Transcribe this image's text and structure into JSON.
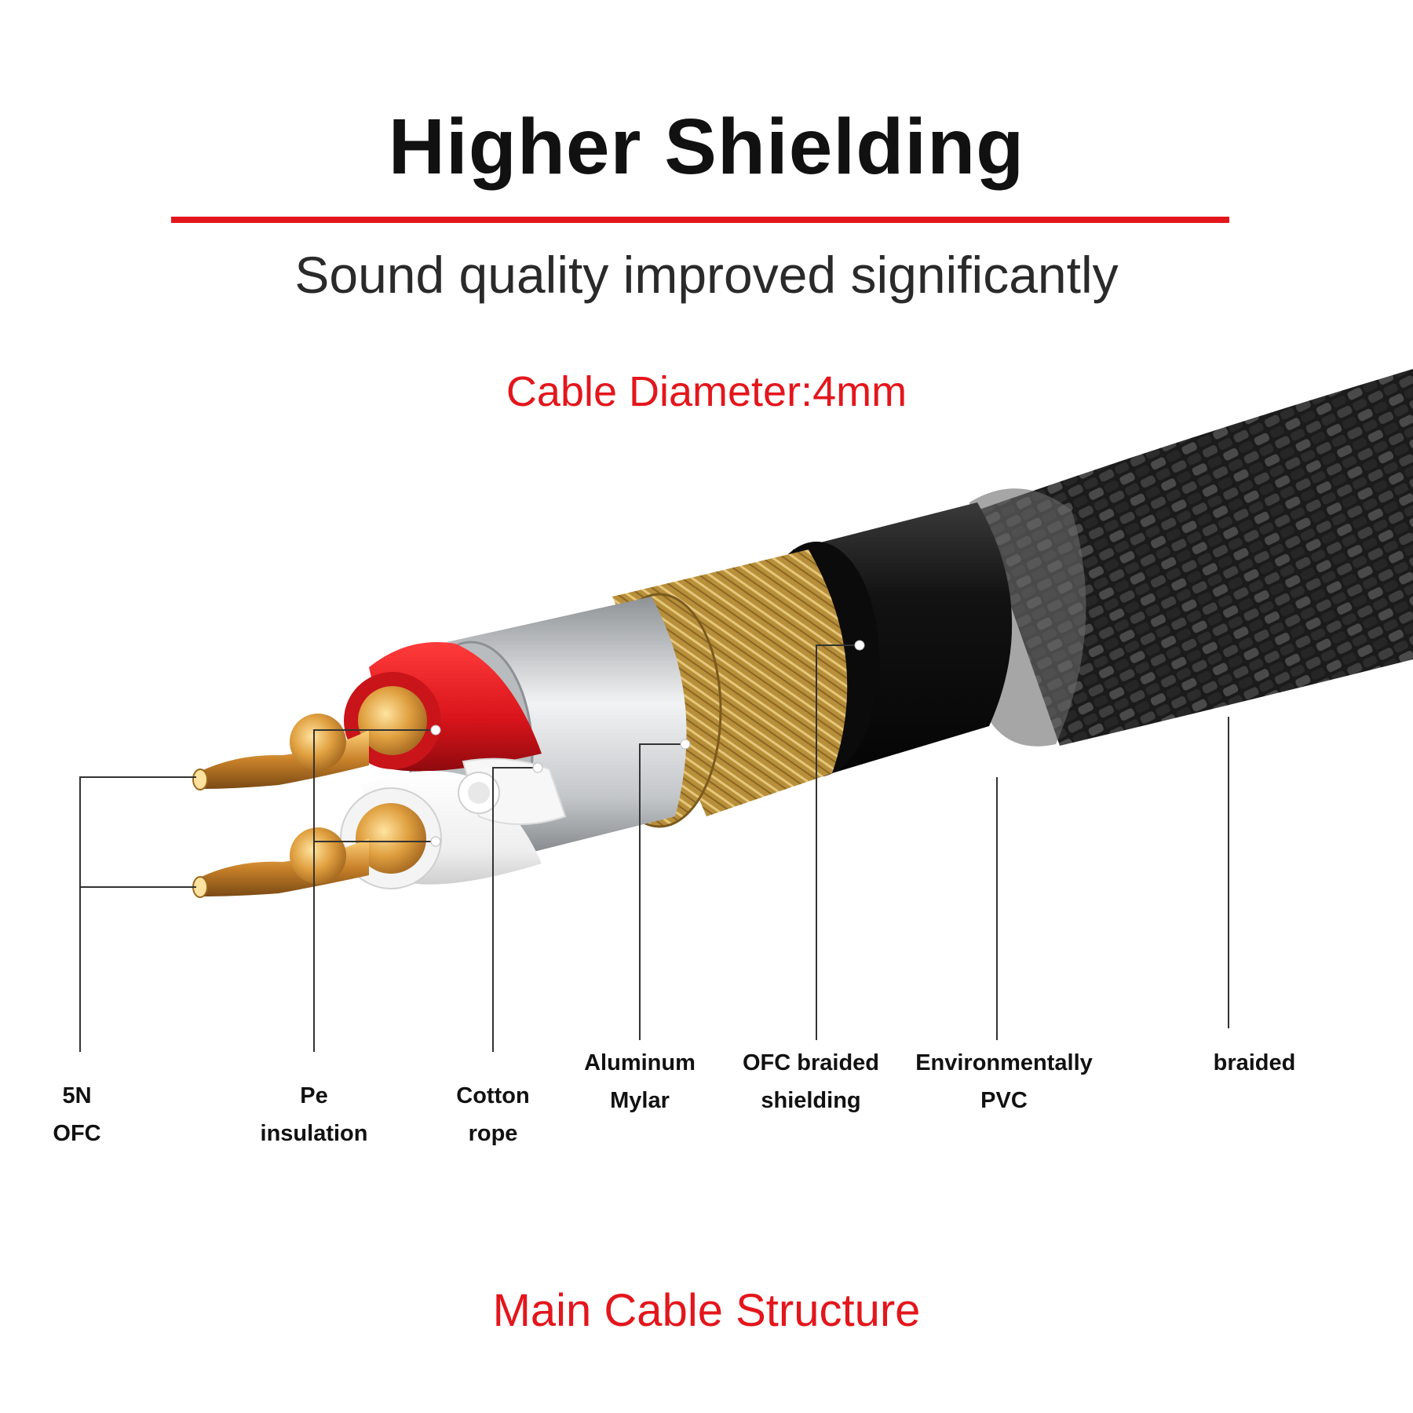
{
  "header": {
    "title": "Higher Shielding",
    "subtitle": "Sound quality improved significantly",
    "diameter": "Cable Diameter:4mm"
  },
  "labels": [
    {
      "line1": "5N",
      "line2": "OFC"
    },
    {
      "line1": "Pe",
      "line2": "insulation"
    },
    {
      "line1": "Cotton",
      "line2": "rope"
    },
    {
      "line1": "Aluminum",
      "line2": "Mylar"
    },
    {
      "line1": "OFC braided",
      "line2": "shielding"
    },
    {
      "line1": "Environmentally",
      "line2": "PVC"
    },
    {
      "line1": "braided",
      "line2": ""
    }
  ],
  "footer": "Main Cable Structure",
  "colors": {
    "accent_red": "#e3161c",
    "copper": "#d9962e",
    "brass": "#c9a24a",
    "insulation_red": "#d8141b",
    "insulation_white": "#f4f4f4",
    "mylar_silver": "#b9bcbf",
    "pvc_black": "#141414",
    "braid_dark": "#2a2a2a"
  }
}
